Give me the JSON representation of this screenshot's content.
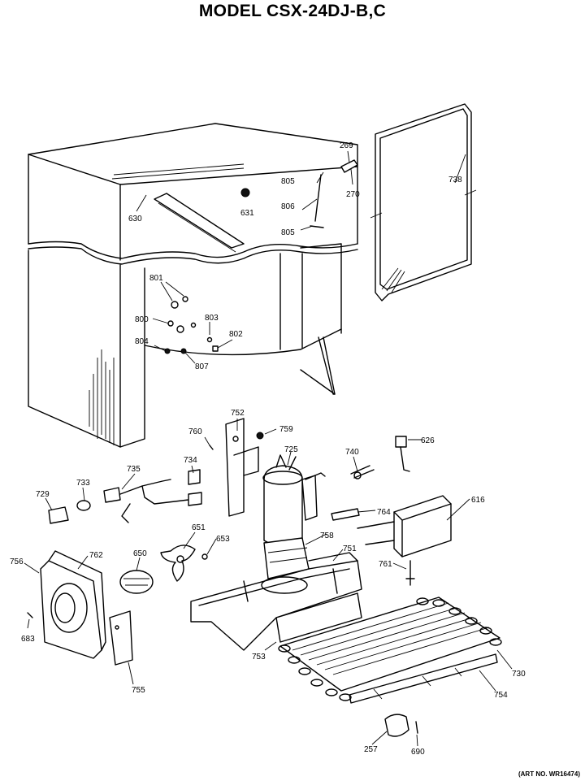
{
  "title": "MODEL CSX-24DJ-B,C",
  "art_number": "(ART NO. WR16474)",
  "parts": [
    {
      "id": "p269",
      "label": "269"
    },
    {
      "id": "p270",
      "label": "270"
    },
    {
      "id": "p738",
      "label": "738"
    },
    {
      "id": "p805a",
      "label": "805"
    },
    {
      "id": "p806",
      "label": "806"
    },
    {
      "id": "p805b",
      "label": "805"
    },
    {
      "id": "p630",
      "label": "630"
    },
    {
      "id": "p631",
      "label": "631"
    },
    {
      "id": "p801",
      "label": "801"
    },
    {
      "id": "p800",
      "label": "800"
    },
    {
      "id": "p803",
      "label": "803"
    },
    {
      "id": "p802",
      "label": "802"
    },
    {
      "id": "p804",
      "label": "804"
    },
    {
      "id": "p807",
      "label": "807"
    },
    {
      "id": "p752",
      "label": "752"
    },
    {
      "id": "p759",
      "label": "759"
    },
    {
      "id": "p760",
      "label": "760"
    },
    {
      "id": "p725",
      "label": "725"
    },
    {
      "id": "p740",
      "label": "740"
    },
    {
      "id": "p626",
      "label": "626"
    },
    {
      "id": "p734",
      "label": "734"
    },
    {
      "id": "p735",
      "label": "735"
    },
    {
      "id": "p733",
      "label": "733"
    },
    {
      "id": "p729",
      "label": "729"
    },
    {
      "id": "p764",
      "label": "764"
    },
    {
      "id": "p616",
      "label": "616"
    },
    {
      "id": "p651",
      "label": "651"
    },
    {
      "id": "p653",
      "label": "653"
    },
    {
      "id": "p758",
      "label": "758"
    },
    {
      "id": "p751",
      "label": "751"
    },
    {
      "id": "p761",
      "label": "761"
    },
    {
      "id": "p756",
      "label": "756"
    },
    {
      "id": "p762",
      "label": "762"
    },
    {
      "id": "p650",
      "label": "650"
    },
    {
      "id": "p683",
      "label": "683"
    },
    {
      "id": "p753",
      "label": "753"
    },
    {
      "id": "p730",
      "label": "730"
    },
    {
      "id": "p755",
      "label": "755"
    },
    {
      "id": "p754",
      "label": "754"
    },
    {
      "id": "p257",
      "label": "257"
    },
    {
      "id": "p690",
      "label": "690"
    }
  ]
}
